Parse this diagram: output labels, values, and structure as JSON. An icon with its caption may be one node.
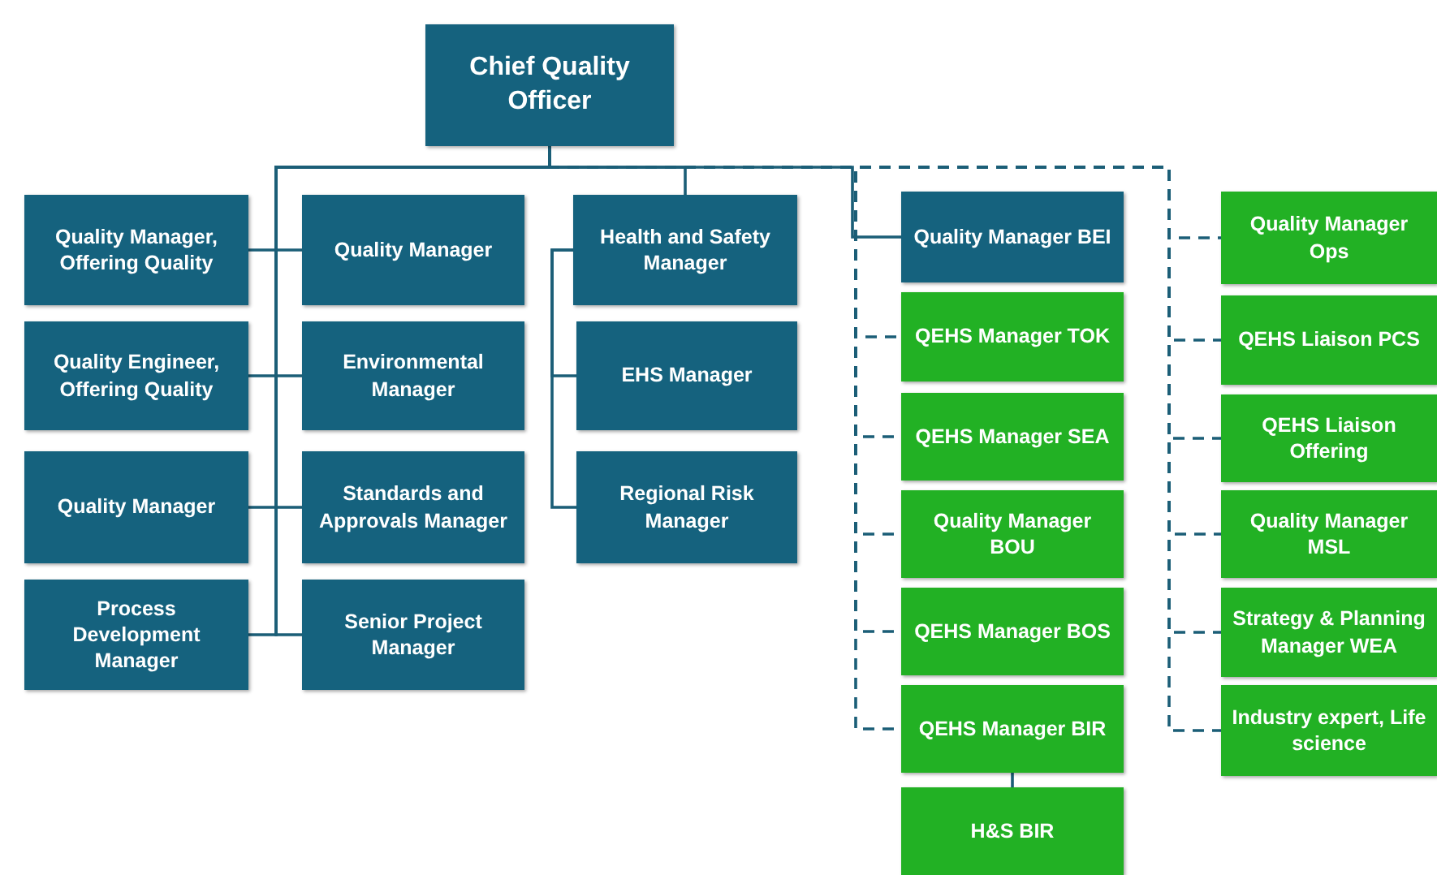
{
  "diagram": {
    "nodes": [
      {
        "text": [
          "Chief Quality Officer"
        ]
      },
      {
        "text": [
          "Quality Manager, Offering Quality"
        ]
      },
      {
        "text": [
          "Quality Engineer, Offering Quality"
        ]
      },
      {
        "text": [
          "Quality Manager"
        ]
      },
      {
        "text": [
          "Process Development Manager"
        ]
      },
      {
        "text": [
          "Quality Manager"
        ]
      },
      {
        "text": [
          "Environmental Manager"
        ]
      },
      {
        "text": [
          "Standards and Approvals Manager"
        ]
      },
      {
        "text": [
          "Senior Project Manager"
        ]
      },
      {
        "text": [
          "Health and Safety Manager"
        ]
      },
      {
        "text": [
          "EHS Manager"
        ]
      },
      {
        "text": [
          "Regional Risk Manager"
        ]
      },
      {
        "text": [
          "Quality Manager BEI"
        ]
      },
      {
        "text": [
          "QEHS Manager TOK"
        ]
      },
      {
        "text": [
          "QEHS Manager SEA"
        ]
      },
      {
        "text": [
          "Quality Manager BOU"
        ]
      },
      {
        "text": [
          "QEHS Manager BOS"
        ]
      },
      {
        "text": [
          "QEHS Manager BIR"
        ]
      },
      {
        "text": [
          "H&S BIR"
        ]
      },
      {
        "text": [
          "Quality Manager Ops"
        ]
      },
      {
        "text": [
          "QEHS Liaison PCS"
        ]
      },
      {
        "text": [
          "QEHS Liaison Offering"
        ]
      },
      {
        "text": [
          "Quality Manager MSL"
        ]
      },
      {
        "text": [
          "Strategy & Planning Manager WEA"
        ]
      },
      {
        "text": [
          "Industry expert, Life science"
        ]
      }
    ],
    "edges": [
      {
        "from": 0,
        "to": 1,
        "arrow": "none"
      },
      {
        "from": 0,
        "to": 2,
        "arrow": "none"
      },
      {
        "from": 0,
        "to": 3,
        "arrow": "none"
      },
      {
        "from": 0,
        "to": 4,
        "arrow": "none"
      },
      {
        "from": 0,
        "to": 5,
        "arrow": "none"
      },
      {
        "from": 0,
        "to": 6,
        "arrow": "none"
      },
      {
        "from": 0,
        "to": 7,
        "arrow": "none"
      },
      {
        "from": 0,
        "to": 8,
        "arrow": "none"
      },
      {
        "from": 0,
        "to": 9,
        "arrow": "none"
      },
      {
        "from": 9,
        "to": 10,
        "arrow": "none"
      },
      {
        "from": 9,
        "to": 11,
        "arrow": "none"
      },
      {
        "from": 0,
        "to": 12,
        "arrow": "none"
      },
      {
        "from": 0,
        "to": 13,
        "arrow": "none",
        "style": "dashed"
      },
      {
        "from": 0,
        "to": 14,
        "arrow": "none",
        "style": "dashed"
      },
      {
        "from": 0,
        "to": 15,
        "arrow": "none",
        "style": "dashed"
      },
      {
        "from": 0,
        "to": 16,
        "arrow": "none",
        "style": "dashed"
      },
      {
        "from": 0,
        "to": 17,
        "arrow": "none",
        "style": "dashed"
      },
      {
        "from": 17,
        "to": 18,
        "arrow": "none"
      },
      {
        "from": 0,
        "to": 19,
        "arrow": "none",
        "style": "dashed"
      },
      {
        "from": 0,
        "to": 20,
        "arrow": "none",
        "style": "dashed"
      },
      {
        "from": 0,
        "to": 21,
        "arrow": "none",
        "style": "dashed"
      },
      {
        "from": 0,
        "to": 22,
        "arrow": "none",
        "style": "dashed"
      },
      {
        "from": 0,
        "to": 23,
        "arrow": "none",
        "style": "dashed"
      },
      {
        "from": 0,
        "to": 24,
        "arrow": "none",
        "style": "dashed"
      }
    ]
  }
}
